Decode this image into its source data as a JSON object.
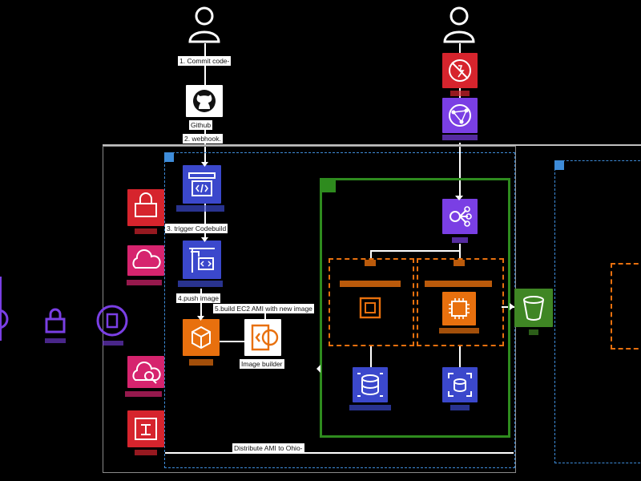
{
  "steps": {
    "commit": "1. Commit code-",
    "webhook": "2. webhook.",
    "trigger": "3. trigger Codebuild",
    "push": "4.push image",
    "build_ami": "5.build EC2 AMI with new image",
    "distribute": "Distribute AMI to Ohio-"
  },
  "nodes": {
    "github": "Github",
    "image_builder": "Image builder"
  },
  "icons": {
    "developer": "user-icon",
    "end_user": "user-icon",
    "waf": "waf-icon",
    "cloudfront": "cloudfront-icon",
    "github": "github-icon",
    "codepipeline": "codepipeline-icon",
    "codebuild": "codebuild-icon",
    "ecr": "ecr-icon",
    "image_builder": "image-builder-icon",
    "secrets_manager": "secrets-manager-icon",
    "cloud_service": "cloud-icon",
    "cloudwatch": "cloudwatch-icon",
    "config": "config-icon",
    "elb": "load-balancer-icon",
    "ec2": "ec2-icon",
    "rds": "rds-icon",
    "autoscaling": "autoscaling-icon",
    "s3": "s3-bucket-icon",
    "vpc_endpoint": "endpoint-icon",
    "lock": "lock-icon"
  },
  "colors": {
    "security": "#d6242d",
    "management": "#d6246e",
    "networking": "#7a3fe4",
    "devtools": "#3b48cc",
    "compute": "#e8700e",
    "database": "#3b48cc",
    "storage": "#3f8624",
    "vpc": "#2e8b1e",
    "region": "#3e8cd9"
  }
}
